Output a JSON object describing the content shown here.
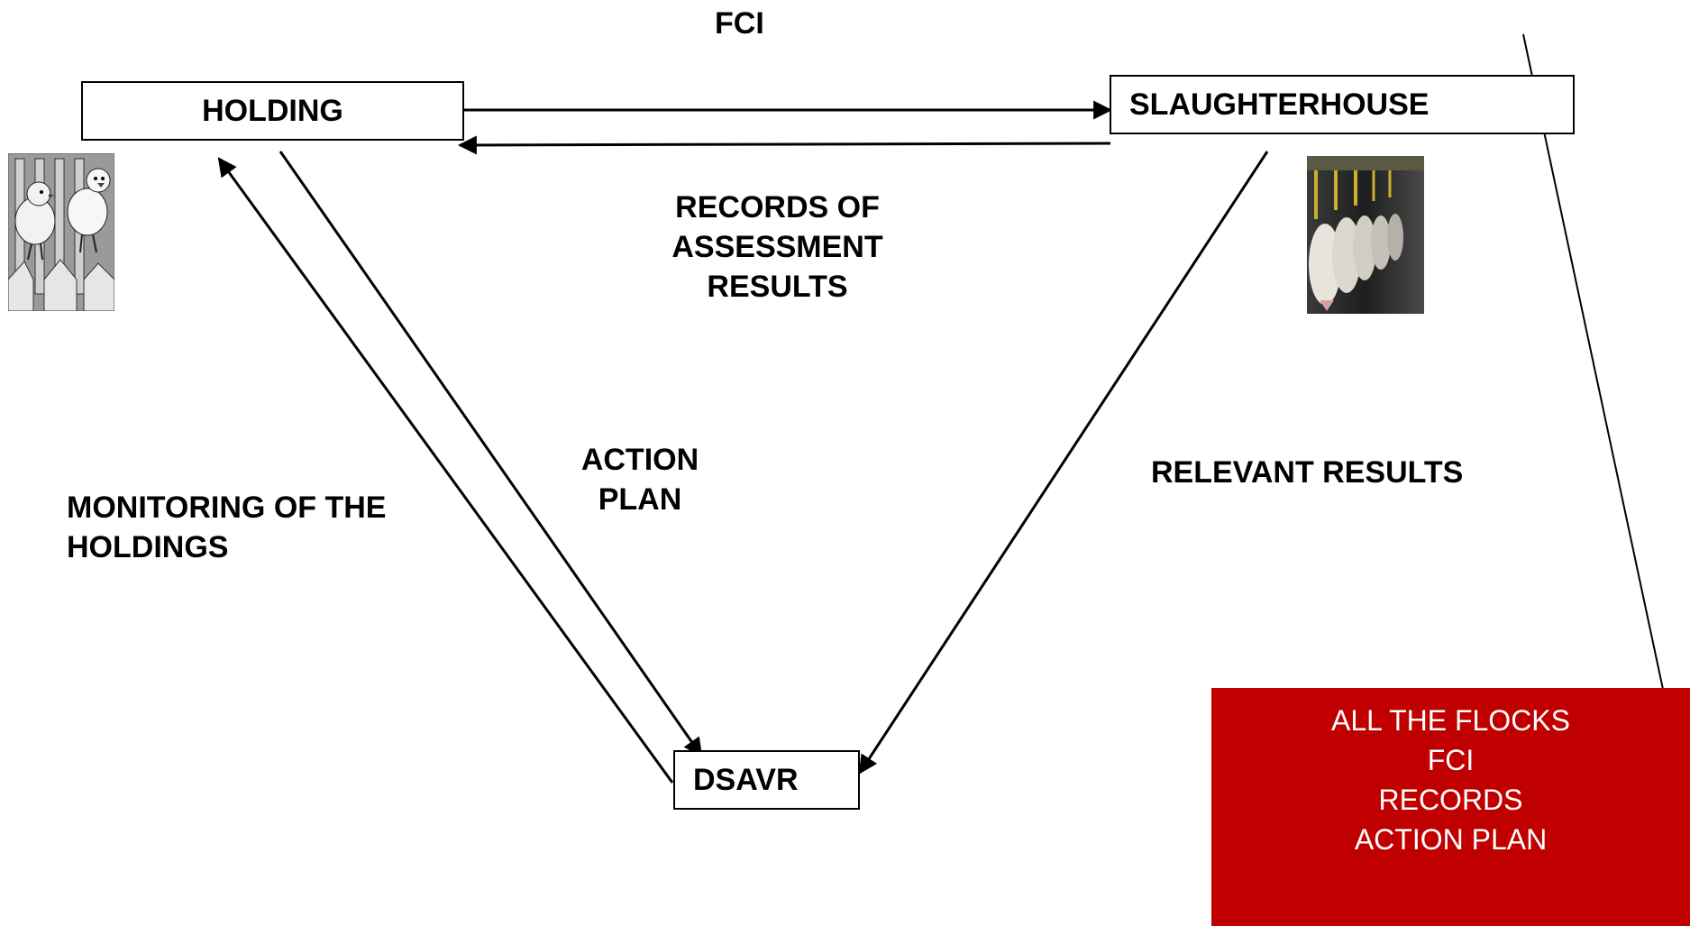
{
  "nodes": {
    "holding": "HOLDING",
    "slaughterhouse": "SLAUGHTERHOUSE",
    "dsavr": "DSAVR"
  },
  "edge_labels": {
    "fci": "FCI",
    "records_line1": "RECORDS OF",
    "records_line2": "ASSESSMENT",
    "records_line3": "RESULTS",
    "action_line1": "ACTION",
    "action_line2": "PLAN",
    "relevant": "RELEVANT RESULTS",
    "monitoring_line1": "MONITORING OF THE",
    "monitoring_line2": "HOLDINGS"
  },
  "summary_box": {
    "lines": [
      "ALL THE FLOCKS",
      "FCI",
      "RECORDS",
      "ACTION PLAN"
    ]
  },
  "colors": {
    "summary_bg": "#c00000",
    "summary_text": "#ffffff",
    "line": "#000000"
  },
  "images": {
    "holding_photo": "chicks-illustration",
    "slaughterhouse_photo": "poultry-processing-line-photo"
  }
}
